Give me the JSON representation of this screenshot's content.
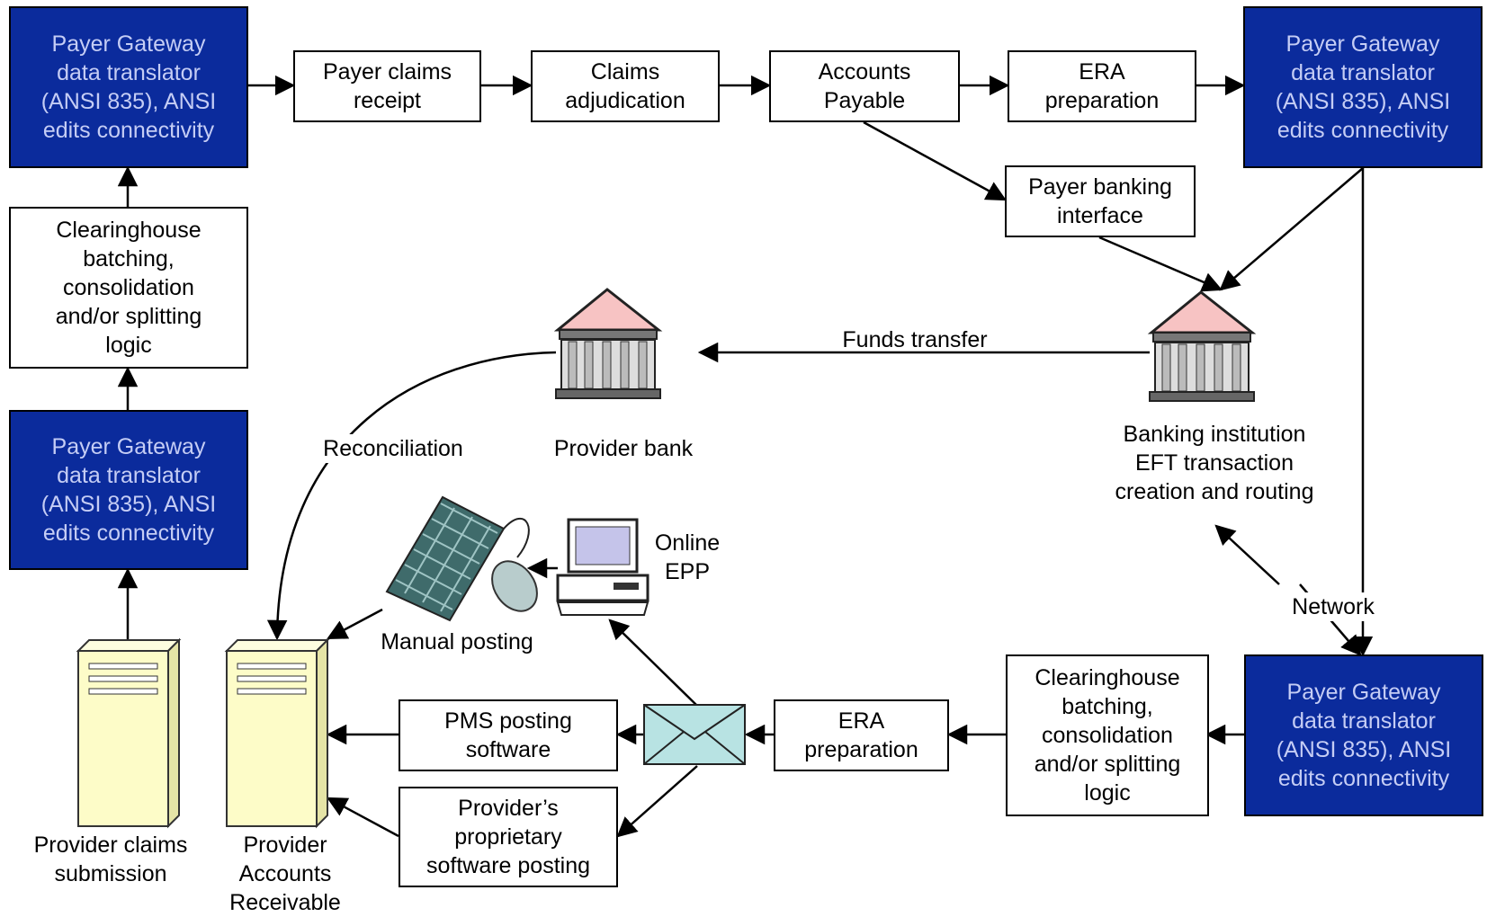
{
  "colors": {
    "gateway_fill": "#0b2b9c",
    "gateway_text": "#c5cdf5",
    "server_fill": "#fdfcc8",
    "envelope_fill": "#b8e3e3",
    "keyboard_fill": "#3f6b6b",
    "bank_roof": "#f7c3c3"
  },
  "boxes": {
    "gw_top_left": "Payer Gateway\ndata translator\n(ANSI 835), ANSI\nedits connectivity",
    "claims_receipt": "Payer claims\nreceipt",
    "claims_adjudication": "Claims\nadjudication",
    "accounts_payable": "Accounts\nPayable",
    "era_prep_top": "ERA\npreparation",
    "gw_top_right": "Payer Gateway\ndata translator\n(ANSI 835), ANSI\nedits connectivity",
    "clearinghouse_left": "Clearinghouse\nbatching,\nconsolidation\nand/or splitting\nlogic",
    "payer_banking": "Payer banking\ninterface",
    "gw_mid_left": "Payer Gateway\ndata translator\n(ANSI 835), ANSI\nedits connectivity",
    "gw_bottom_right": "Payer Gateway\ndata translator\n(ANSI 835), ANSI\nedits connectivity",
    "clearinghouse_right": "Clearinghouse\nbatching,\nconsolidation\nand/or splitting\nlogic",
    "era_prep_bottom": "ERA\npreparation",
    "pms_posting": "PMS posting\nsoftware",
    "proprietary_posting": "Provider’s\nproprietary\nsoftware posting"
  },
  "labels": {
    "funds_transfer": "Funds transfer",
    "provider_bank": "Provider bank",
    "reconciliation": "Reconciliation",
    "banking_institution": "Banking institution\nEFT transaction\ncreation and routing",
    "online_epp": "Online\nEPP",
    "manual_posting": "Manual posting",
    "network": "Network",
    "provider_claims": "Provider claims\nsubmission",
    "provider_ar": "Provider\nAccounts\nReceivable"
  }
}
